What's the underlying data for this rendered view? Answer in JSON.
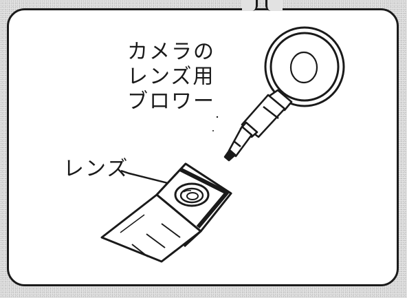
{
  "labels": {
    "blower": [
      "カメラの",
      "レンズ用",
      "ブロワー"
    ],
    "lens": "レンズ"
  },
  "colors": {
    "line": "#1a1a1a",
    "panel": "#ffffff",
    "background": "#e2e2e2"
  }
}
